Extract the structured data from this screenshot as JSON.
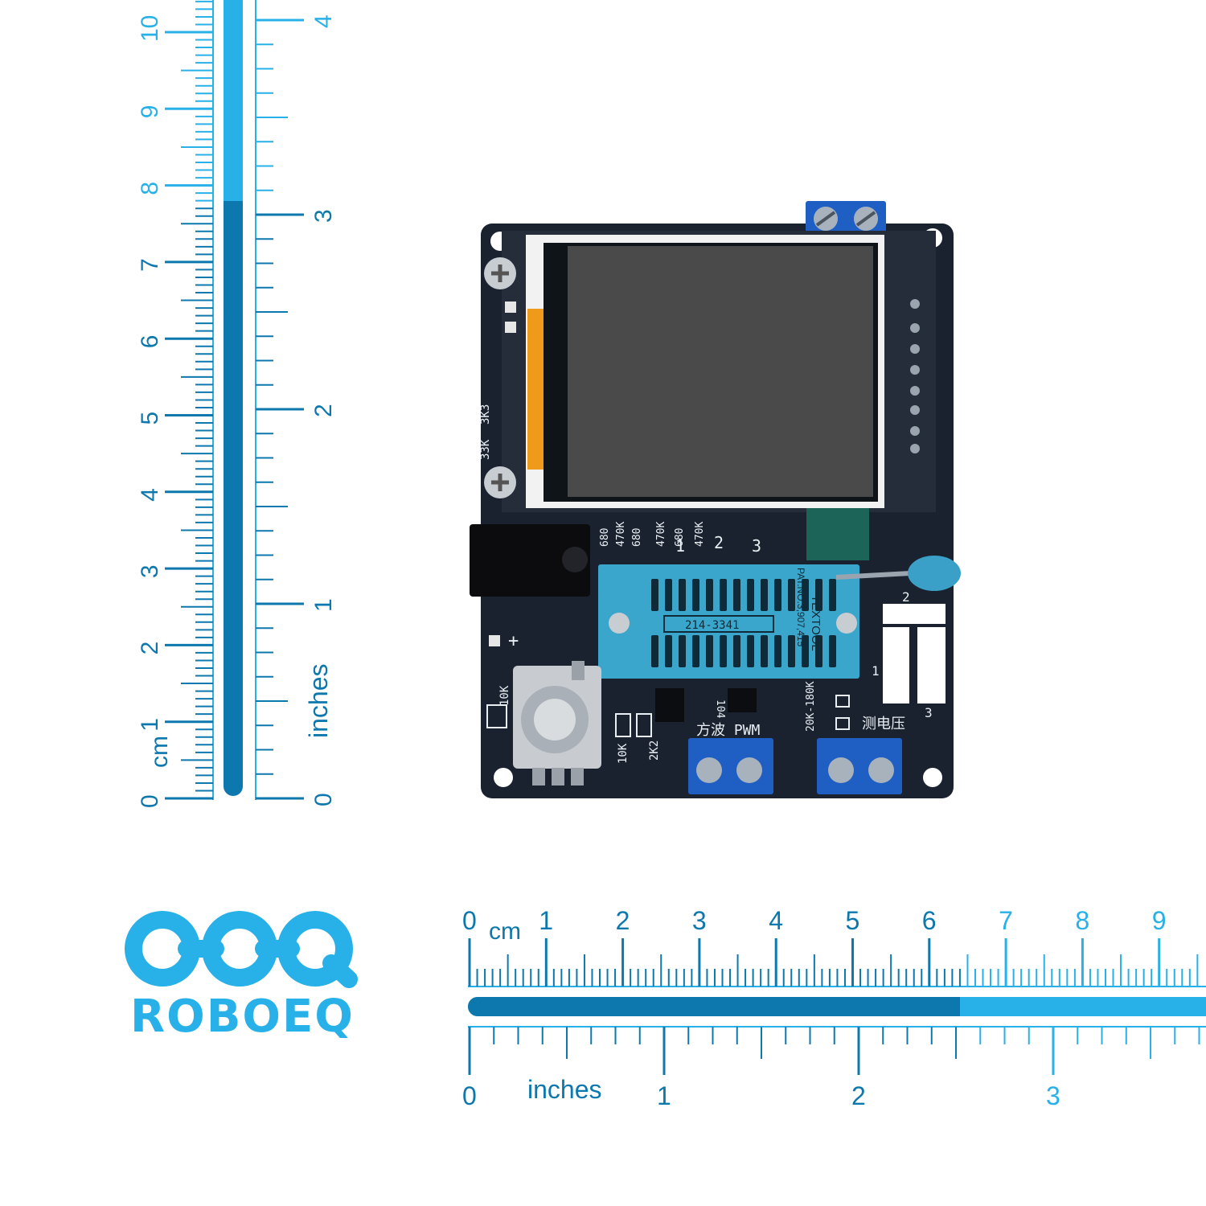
{
  "brand": {
    "name": "ROBOEQ",
    "colors": {
      "primary": "#28b0e8",
      "dark": "#0d78ad"
    }
  },
  "rulers": {
    "vertical": {
      "cm_unit": "cm",
      "inch_unit": "inches",
      "cm_labels": [
        "0",
        "1",
        "2",
        "3",
        "4",
        "5",
        "6",
        "7",
        "8",
        "9",
        "10"
      ],
      "inch_labels": [
        "0",
        "1",
        "2",
        "3",
        "4"
      ]
    },
    "horizontal": {
      "cm_unit": "cm",
      "inch_unit": "inches",
      "cm_labels": [
        "0",
        "1",
        "2",
        "3",
        "4",
        "5",
        "6",
        "7",
        "8",
        "9"
      ],
      "inch_labels": [
        "0",
        "1",
        "2",
        "3"
      ]
    }
  },
  "board": {
    "pcb_color": "#1a2230",
    "resistor_labels": [
      "33K",
      "3K3"
    ],
    "silkscreen_values": [
      "680",
      "470K",
      "680",
      "470K",
      "680",
      "470K"
    ],
    "pin_numbers": [
      "1",
      "2",
      "3"
    ],
    "zif_socket": {
      "part": "214-3341",
      "brand": "TEXTOOL",
      "patent": "PAT.NO.3,907,415",
      "color": "#3ba6cc"
    },
    "marks": {
      "pot": "10K",
      "r1": "10K",
      "r2": "2K2",
      "cap": "104",
      "divider": "20K-180K",
      "pwm": "方波 PWM",
      "voltage": "测电压",
      "plus": "+",
      "side_1": "1",
      "side_2": "2",
      "side_3": "3"
    }
  }
}
